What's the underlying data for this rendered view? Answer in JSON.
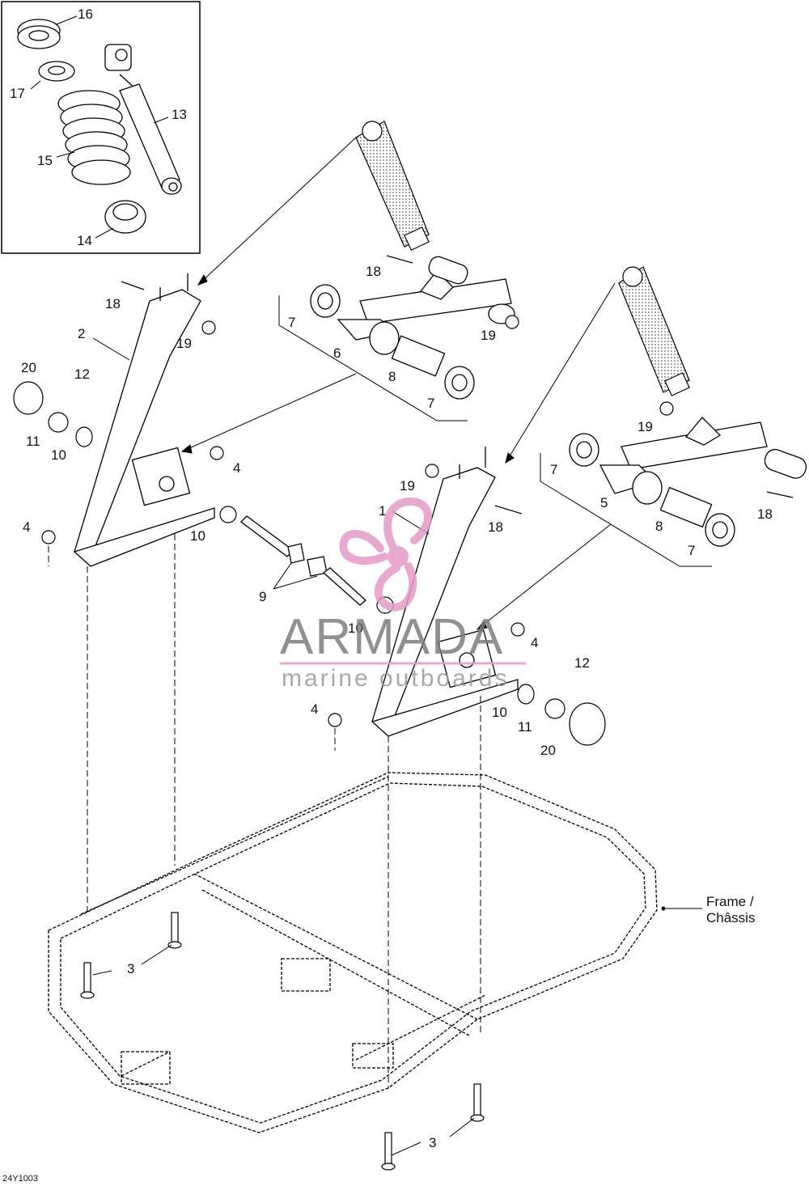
{
  "diagram": {
    "drawing_code": "24Y1003",
    "frame_label_line1": "Frame /",
    "frame_label_line2": "Châssis",
    "watermark": {
      "brand": "ARMADA",
      "tagline": "marine outboards",
      "accent_color": "#e39bc8",
      "text_color": "#7d7d7d"
    },
    "callouts": {
      "c1": "1",
      "c2": "2",
      "c3a": "3",
      "c3b": "3",
      "c4a": "4",
      "c4b": "4",
      "c4c": "4",
      "c4d": "4",
      "c5": "5",
      "c6": "6",
      "c7a": "7",
      "c7b": "7",
      "c7c": "7",
      "c7d": "7",
      "c8a": "8",
      "c8b": "8",
      "c9": "9",
      "c10a": "10",
      "c10b": "10",
      "c10c": "10",
      "c10d": "10",
      "c11a": "11",
      "c11b": "11",
      "c12a": "12",
      "c12b": "12",
      "c13": "13",
      "c14": "14",
      "c15": "15",
      "c16": "16",
      "c17": "17",
      "c18a": "18",
      "c18b": "18",
      "c18c": "18",
      "c18d": "18",
      "c19a": "19",
      "c19b": "19",
      "c19c": "19",
      "c19d": "19",
      "c20a": "20",
      "c20b": "20"
    }
  }
}
